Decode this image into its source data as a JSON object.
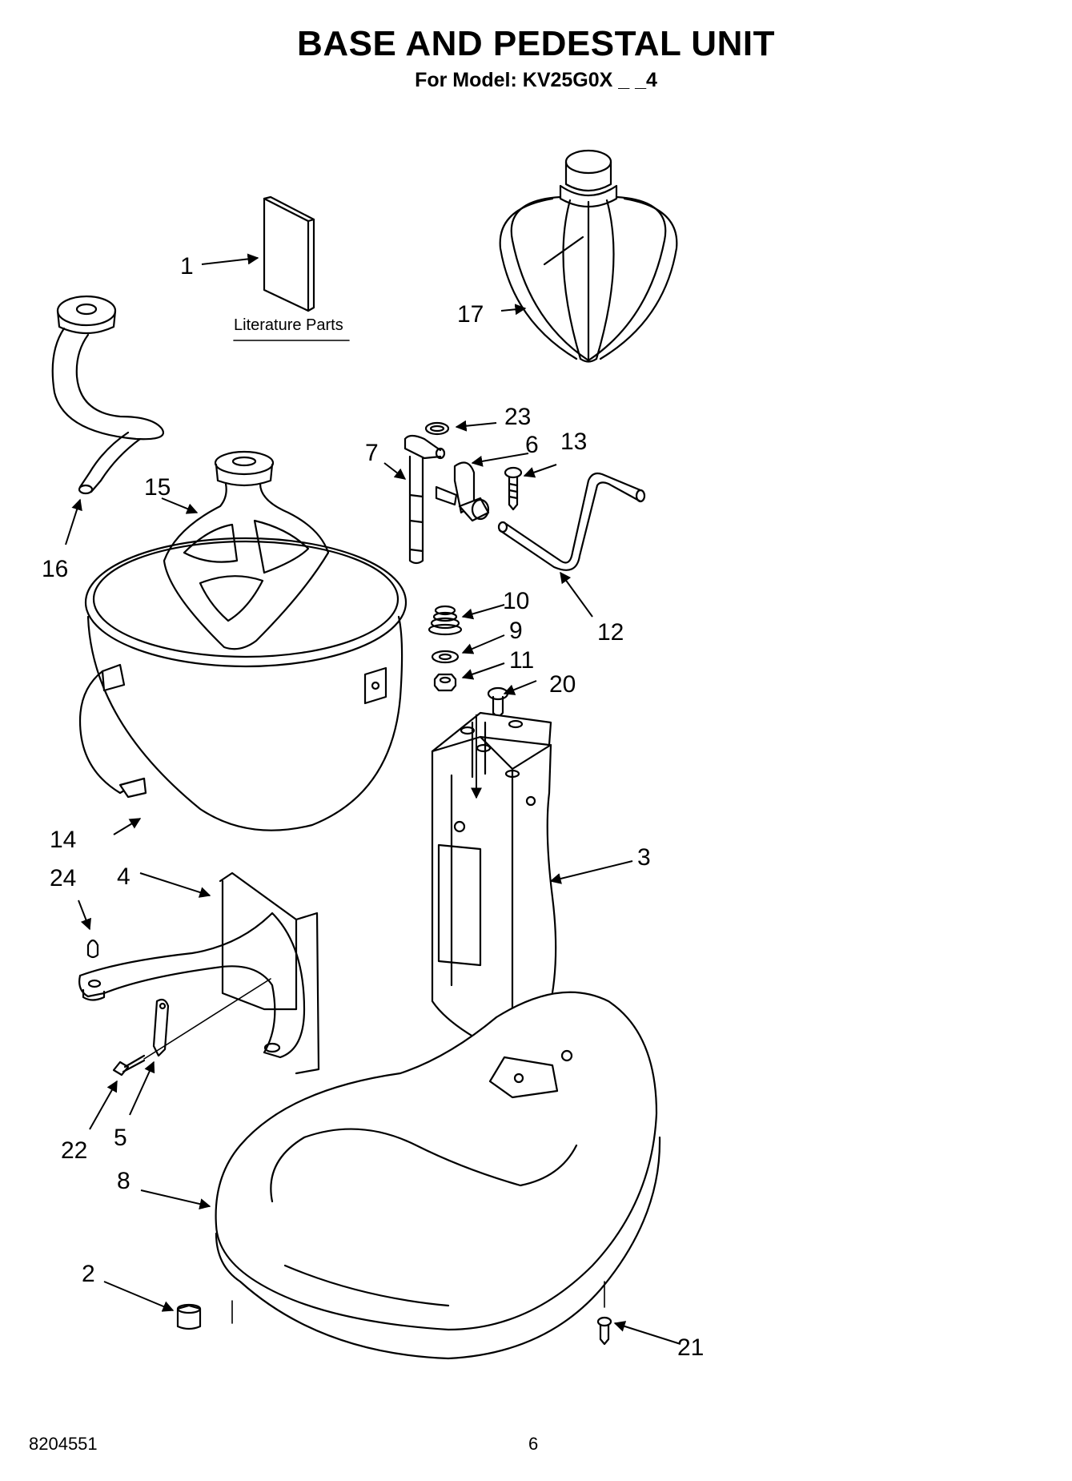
{
  "header": {
    "title": "BASE AND PEDESTAL UNIT",
    "subtitle": "For Model: KV25G0X _ _4"
  },
  "labels": {
    "literature": "Literature Parts"
  },
  "callouts": {
    "c1": "1",
    "c2": "2",
    "c3": "3",
    "c4": "4",
    "c5": "5",
    "c6": "6",
    "c7": "7",
    "c8": "8",
    "c9": "9",
    "c10": "10",
    "c11": "11",
    "c12": "12",
    "c13": "13",
    "c14": "14",
    "c15": "15",
    "c16": "16",
    "c17": "17",
    "c20": "20",
    "c21": "21",
    "c22": "22",
    "c23": "23",
    "c24": "24"
  },
  "footer": {
    "doc_number": "8204551",
    "page": "6"
  }
}
